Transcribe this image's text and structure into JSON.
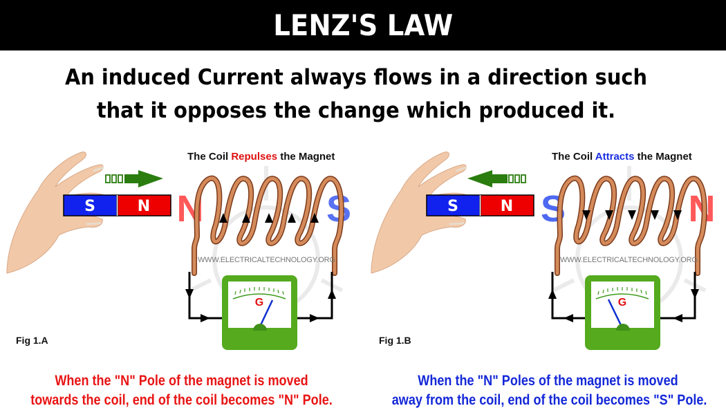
{
  "header": {
    "title": "LENZ'S LAW"
  },
  "statement": {
    "line1": "An induced Current always flows in a direction such",
    "line2": "that it opposes the change which produced it."
  },
  "colors": {
    "banner_bg": "#000000",
    "magnet_south": "#1122ee",
    "magnet_north": "#ee0000",
    "motion_arrow": "#2a7d0e",
    "coil_copper": "#b8683a",
    "galvanometer_green": "#55aa1e",
    "needle": "#1030d0",
    "caption_red": "#e81414",
    "caption_blue": "#1428d8"
  },
  "figures": [
    {
      "id": "fig-1a",
      "label": "Fig 1.A",
      "heading_prefix": "The Coil ",
      "heading_emphasis": "Repulses",
      "heading_suffix": " the Magnet",
      "magnet": {
        "left_pole": "S",
        "right_pole": "N"
      },
      "motion": "towards coil (right)",
      "coil_left_pole": "N",
      "coil_right_pole": "S",
      "watermark": "WWW.ELECTRICALTECHNOLOGY.ORG",
      "meter_label": "G",
      "caption_line1": "When the \"N\" Pole of the magnet is moved",
      "caption_line2": "towards the coil, end of the coil becomes \"N\" Pole."
    },
    {
      "id": "fig-1b",
      "label": "Fig 1.B",
      "heading_prefix": "The Coil ",
      "heading_emphasis": "Attracts",
      "heading_suffix": " the Magnet",
      "magnet": {
        "left_pole": "S",
        "right_pole": "N"
      },
      "motion": "away from coil (left)",
      "coil_left_pole": "S",
      "coil_right_pole": "N",
      "watermark": "WWW.ELECTRICALTECHNOLOGY.ORG",
      "meter_label": "G",
      "caption_line1": "When the \"N\" Poles of the magnet is moved",
      "caption_line2": "away from the coil, end of the coil becomes \"S\" Pole."
    }
  ]
}
